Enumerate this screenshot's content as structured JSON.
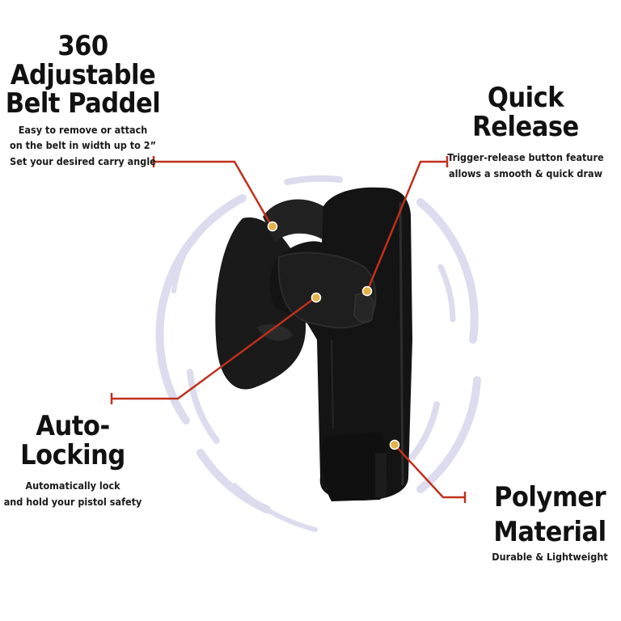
{
  "features": {
    "belt_paddle": {
      "title_line1": "360 Adjustable",
      "title_line2": "Belt Paddel",
      "desc_line1": "Easy to remove or attach",
      "desc_line2": "on the belt in width up to 2”",
      "desc_line3": "Set your desired carry angle"
    },
    "quick_release": {
      "title": "Quick Release",
      "desc_line1": "Trigger-release button feature",
      "desc_line2": "allows a smooth & quick draw"
    },
    "auto_locking": {
      "title": "Auto-Locking",
      "desc_line1": "Automatically lock",
      "desc_line2": "and hold your pistol safety"
    },
    "polymer_material": {
      "title_line1": "Polymer",
      "title_line2": "Material",
      "desc": "Durable & Lightweight"
    }
  },
  "colors": {
    "callout_line": "#c0301c",
    "ring": "#dcdcee",
    "holster": "#141414",
    "marker": "#e3b34a"
  },
  "icons": [
    "holster-image",
    "feature-marker-icon"
  ]
}
